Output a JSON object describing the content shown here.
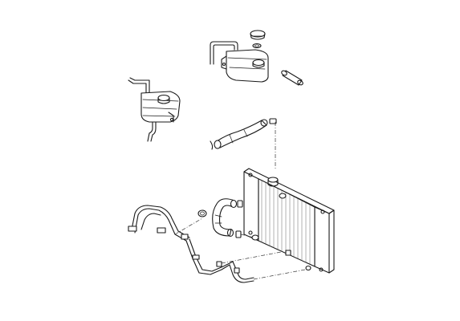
{
  "diagram": {
    "background": "#ffffff",
    "line_color": "#1a1a1a",
    "parts": [
      "radiator-cap",
      "cap-seal-ring",
      "reservoir-tank-upper",
      "overflow-hose-short",
      "reservoir-tank-lower",
      "upper-radiator-hose",
      "radiator",
      "lower-radiator-hose",
      "hose-clamp",
      "transmission-oil-cooler-lines"
    ]
  }
}
